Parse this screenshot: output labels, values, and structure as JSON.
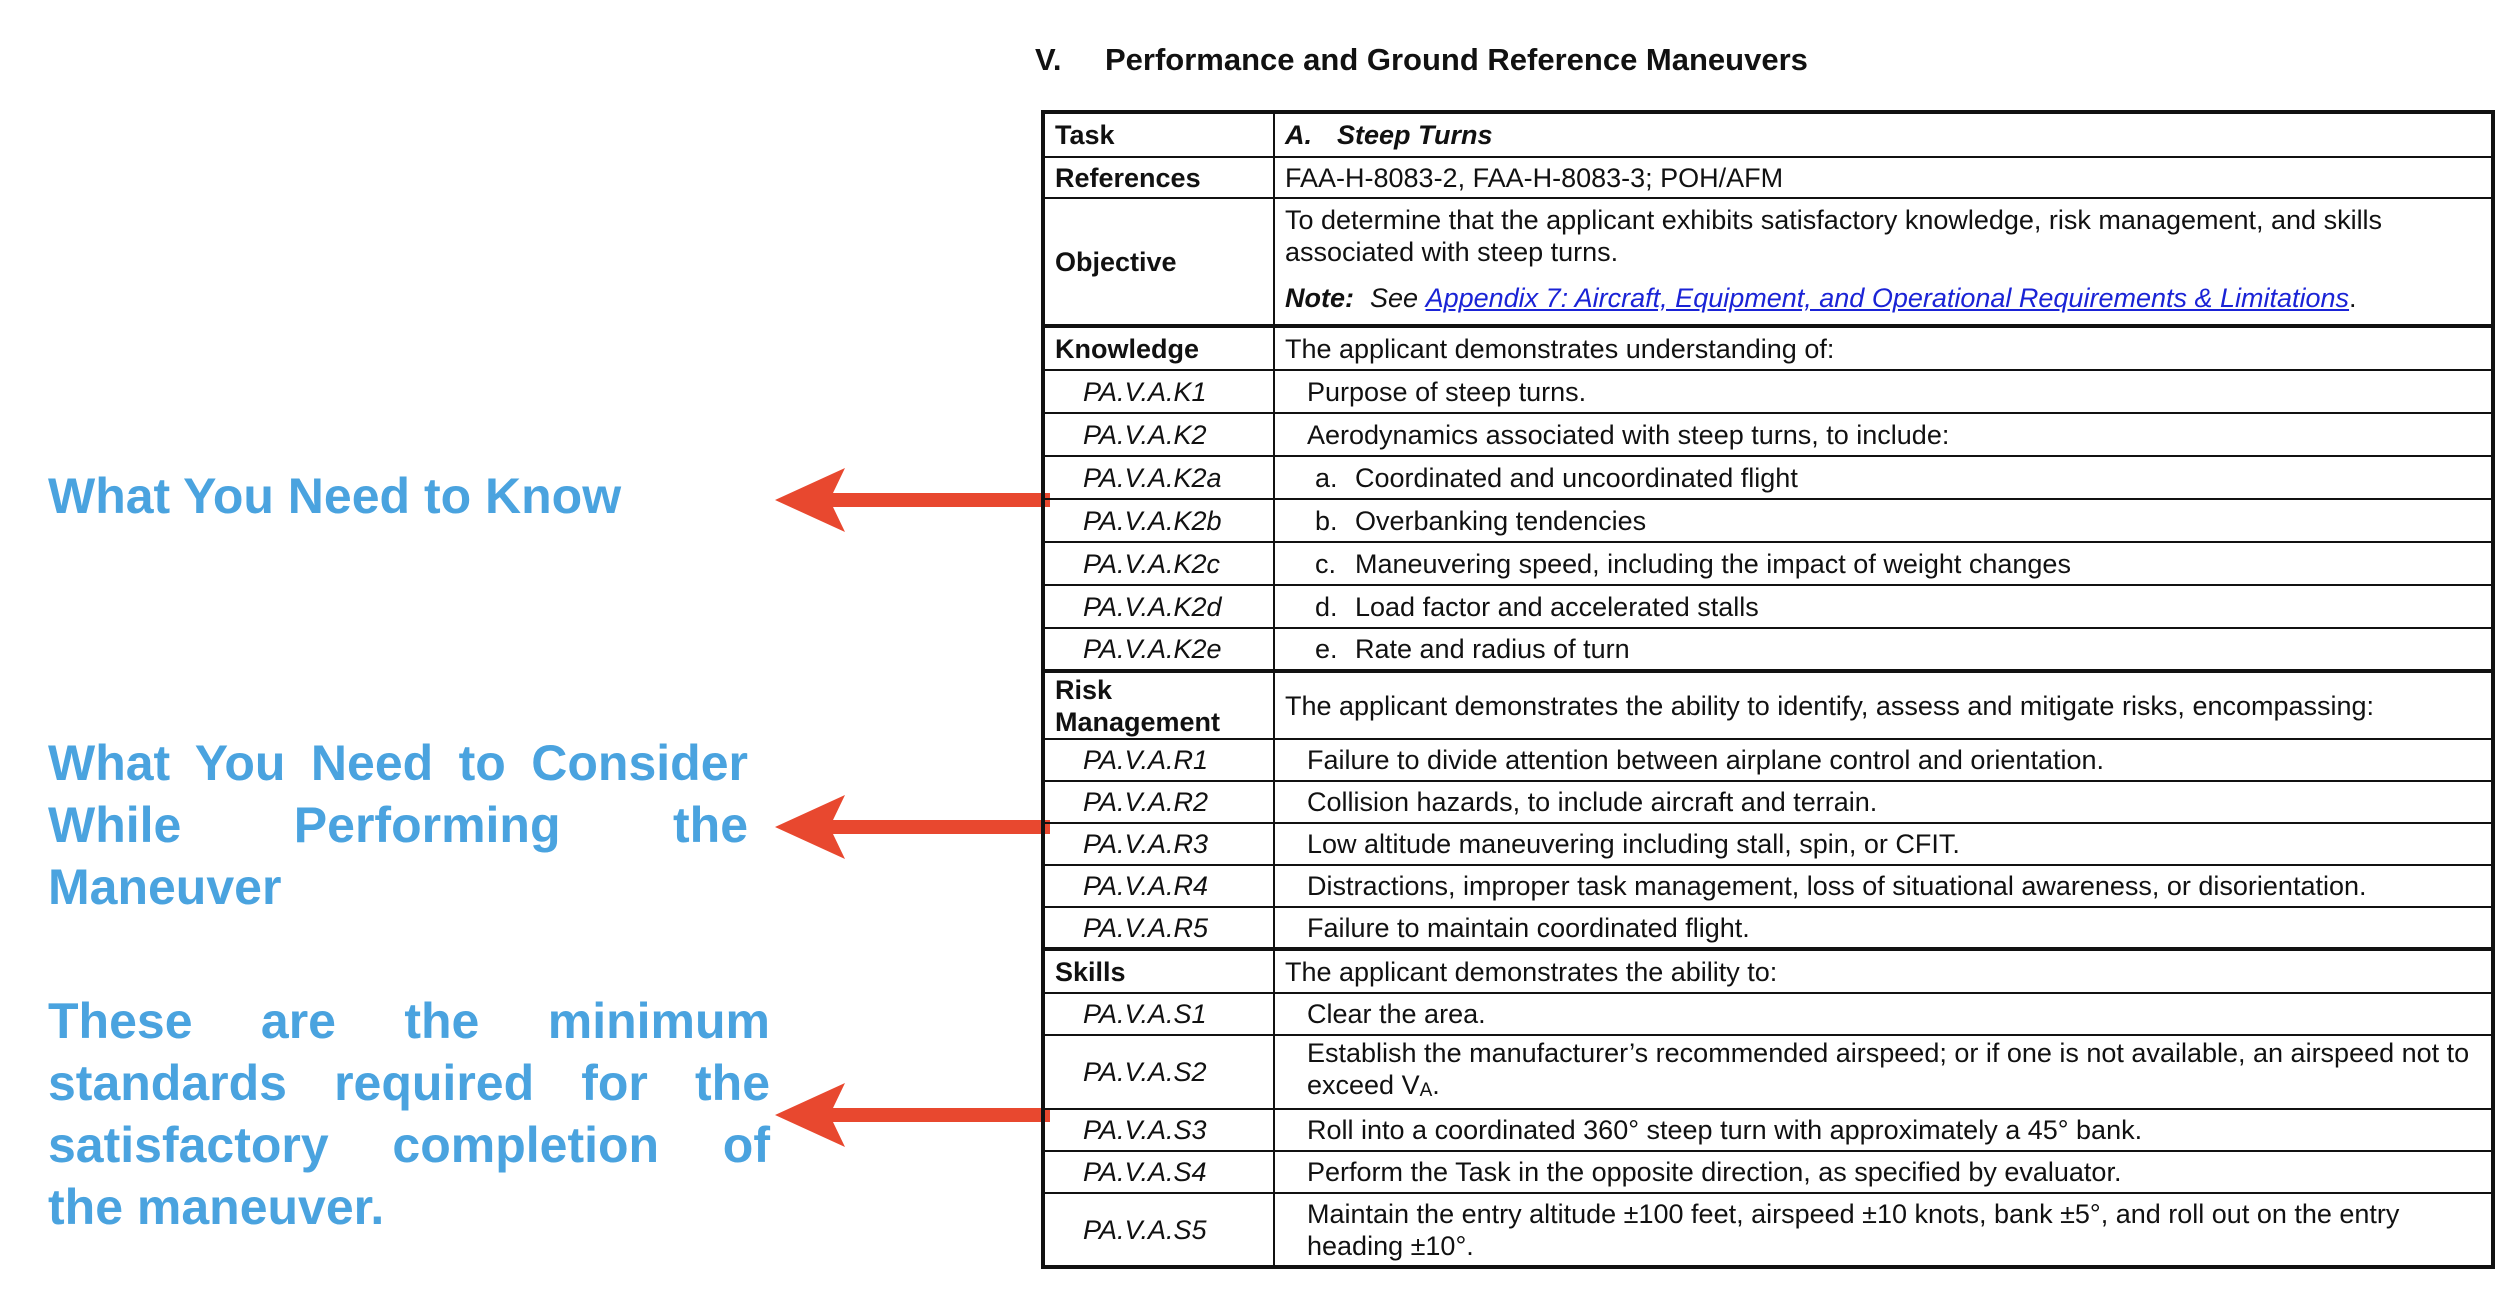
{
  "callouts": {
    "know": "What You Need to Know",
    "consider_lines": [
      "What You Need to Consider",
      "While Performing the",
      "Maneuver"
    ],
    "standards_lines": [
      "These are the minimum",
      "standards required for the",
      "satisfactory completion of",
      "the maneuver."
    ]
  },
  "colors": {
    "callout": "#4aa3df",
    "arrow": "#e8482f",
    "link": "#1a23d6"
  },
  "section": {
    "number": "V.",
    "title": "Performance and Ground Reference Maneuvers"
  },
  "task": {
    "label": "Task",
    "letter": "A.",
    "title": "Steep Turns",
    "references_label": "References",
    "references": "FAA-H-8083-2, FAA-H-8083-3; POH/AFM",
    "objective_label": "Objective",
    "objective": "To determine that the applicant exhibits satisfactory knowledge, risk management, and skills associated with steep turns.",
    "note_label": "Note:",
    "note_see": "See",
    "note_link": "Appendix 7: Aircraft, Equipment, and Operational Requirements & Limitations",
    "note_end": "."
  },
  "knowledge": {
    "label": "Knowledge",
    "intro": "The applicant demonstrates understanding of:",
    "items": [
      {
        "code": "PA.V.A.K1",
        "marker": "",
        "text": "Purpose of steep turns."
      },
      {
        "code": "PA.V.A.K2",
        "marker": "",
        "text": "Aerodynamics associated with steep turns, to include:"
      },
      {
        "code": "PA.V.A.K2a",
        "marker": "a.",
        "text": "Coordinated and uncoordinated flight"
      },
      {
        "code": "PA.V.A.K2b",
        "marker": "b.",
        "text": "Overbanking tendencies"
      },
      {
        "code": "PA.V.A.K2c",
        "marker": "c.",
        "text": "Maneuvering speed, including the impact of weight changes"
      },
      {
        "code": "PA.V.A.K2d",
        "marker": "d.",
        "text": "Load factor and accelerated stalls"
      },
      {
        "code": "PA.V.A.K2e",
        "marker": "e.",
        "text": "Rate and radius of turn"
      }
    ]
  },
  "risk": {
    "label_line1": "Risk",
    "label_line2": "Management",
    "intro": "The applicant demonstrates the ability to identify, assess and mitigate risks, encompassing:",
    "items": [
      {
        "code": "PA.V.A.R1",
        "text": "Failure to divide attention between airplane control and orientation."
      },
      {
        "code": "PA.V.A.R2",
        "text": "Collision hazards, to include aircraft and terrain."
      },
      {
        "code": "PA.V.A.R3",
        "text": "Low altitude maneuvering including stall, spin, or CFIT."
      },
      {
        "code": "PA.V.A.R4",
        "text": "Distractions, improper task management, loss of situational awareness, or disorientation."
      },
      {
        "code": "PA.V.A.R5",
        "text": "Failure to maintain coordinated flight."
      }
    ]
  },
  "skills": {
    "label": "Skills",
    "intro": "The applicant demonstrates the ability to:",
    "items": [
      {
        "code": "PA.V.A.S1",
        "text": "Clear the area."
      },
      {
        "code": "PA.V.A.S2",
        "text": "Establish the manufacturer’s recommended airspeed; or if one is not available, an airspeed not to exceed V",
        "sub": "A",
        "tail": "."
      },
      {
        "code": "PA.V.A.S3",
        "text": "Roll into a coordinated 360° steep turn with approximately a 45° bank."
      },
      {
        "code": "PA.V.A.S4",
        "text": "Perform the Task in the opposite direction, as specified by evaluator."
      },
      {
        "code": "PA.V.A.S5",
        "text": "Maintain the entry altitude ±100 feet, airspeed ±10 knots, bank ±5°, and roll out on the entry heading ±10°."
      }
    ]
  },
  "icons": {
    "arrows": "left-arrow-icon"
  }
}
